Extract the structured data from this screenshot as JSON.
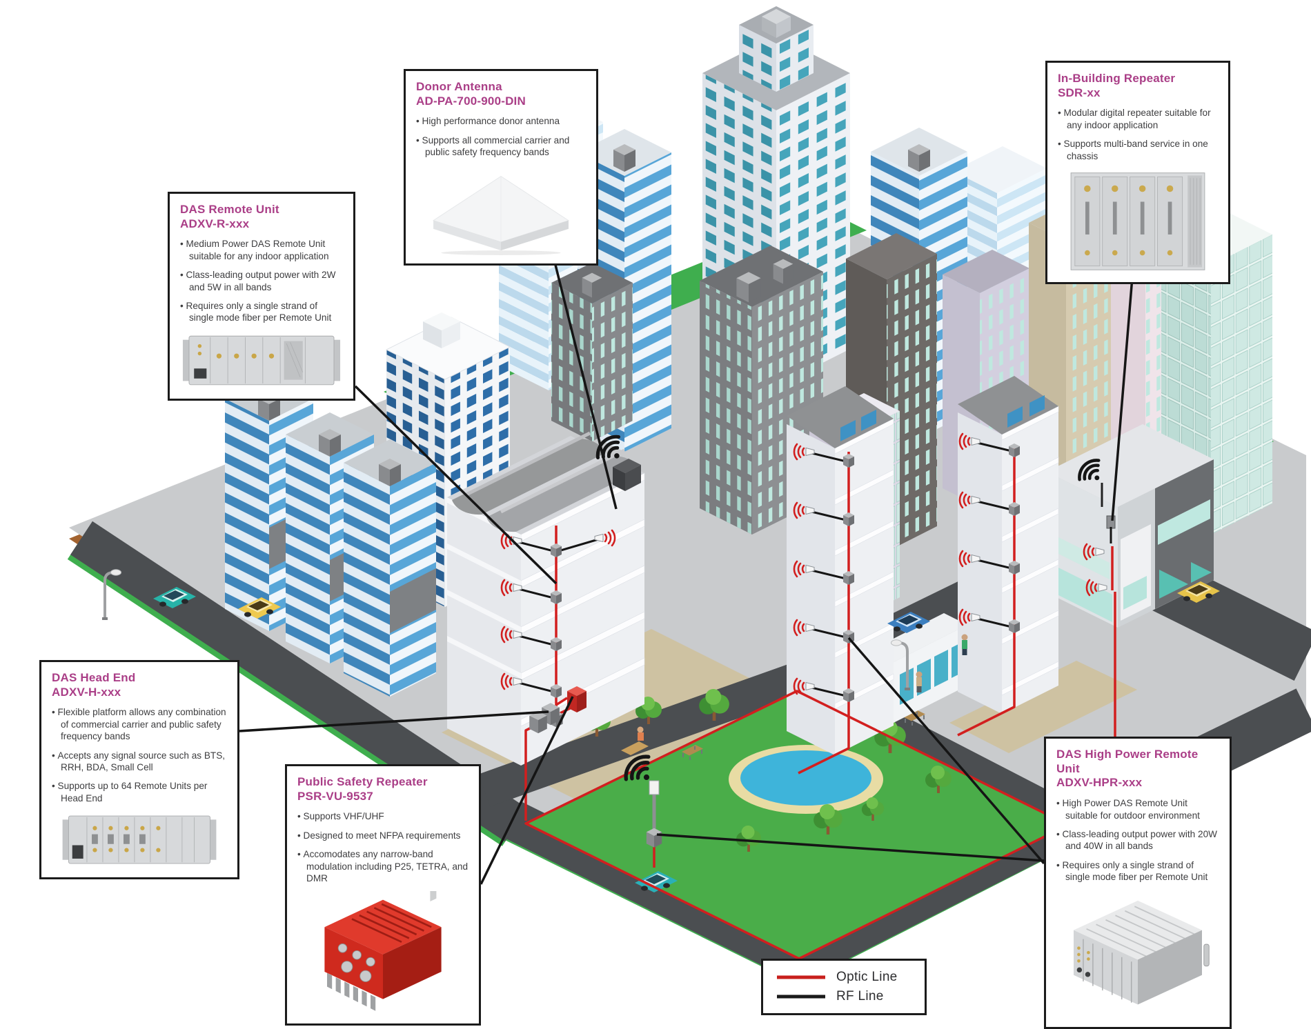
{
  "callouts": {
    "donor": {
      "title": "Donor Antenna",
      "model": "AD-PA-700-900-DIN",
      "bullets": [
        "High performance donor antenna",
        "Supports all commercial carrier and public safety frequency bands"
      ]
    },
    "remote": {
      "title": "DAS Remote Unit",
      "model": "ADXV-R-xxx",
      "bullets": [
        "Medium Power DAS Remote Unit suitable for any indoor application",
        "Class-leading output power with 2W and 5W in all bands",
        "Requires only a single strand of single mode fiber per Remote Unit"
      ]
    },
    "inbuilding": {
      "title": "In-Building Repeater",
      "model": "SDR-xx",
      "bullets": [
        "Modular digital repeater suitable for any indoor application",
        "Supports multi-band service in one chassis"
      ]
    },
    "headend": {
      "title": "DAS Head End",
      "model": "ADXV-H-xxx",
      "bullets": [
        "Flexible platform allows any combination of commercial carrier and public safety frequency bands",
        "Accepts any signal source such as BTS, RRH, BDA, Small Cell",
        "Supports up to 64 Remote Units per Head End"
      ]
    },
    "psr": {
      "title": "Public Safety Repeater",
      "model": "PSR-VU-9537",
      "bullets": [
        "Supports VHF/UHF",
        "Designed to meet NFPA requirements",
        "Accomodates any narrow-band modulation including P25, TETRA, and DMR"
      ]
    },
    "hpr": {
      "title": "DAS High Power Remote Unit",
      "model": "ADXV-HPR-xxx",
      "bullets": [
        "High Power DAS Remote Unit suitable for outdoor environment",
        "Class-leading output power with 20W and 40W in all bands",
        "Requires only a single strand of single mode fiber per Remote Unit"
      ]
    }
  },
  "legend": {
    "items": [
      {
        "label": "Optic Line",
        "color": "#c8201d"
      },
      {
        "label": "RF Line",
        "color": "#1a1a1a"
      }
    ]
  },
  "colors": {
    "accent_magenta": "#aa3e87",
    "optic_red": "#c8201d",
    "rf_black": "#1a1a1a"
  }
}
